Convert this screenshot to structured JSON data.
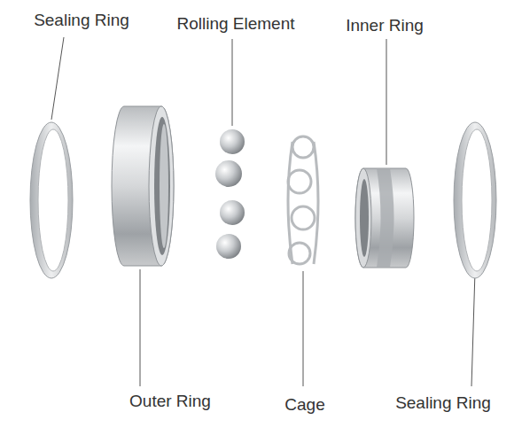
{
  "diagram": {
    "labels": [
      "Sealing Ring",
      "Rolling Element",
      "Inner Ring",
      "Outer Ring",
      "Cage",
      "Sealing Ring"
    ]
  }
}
